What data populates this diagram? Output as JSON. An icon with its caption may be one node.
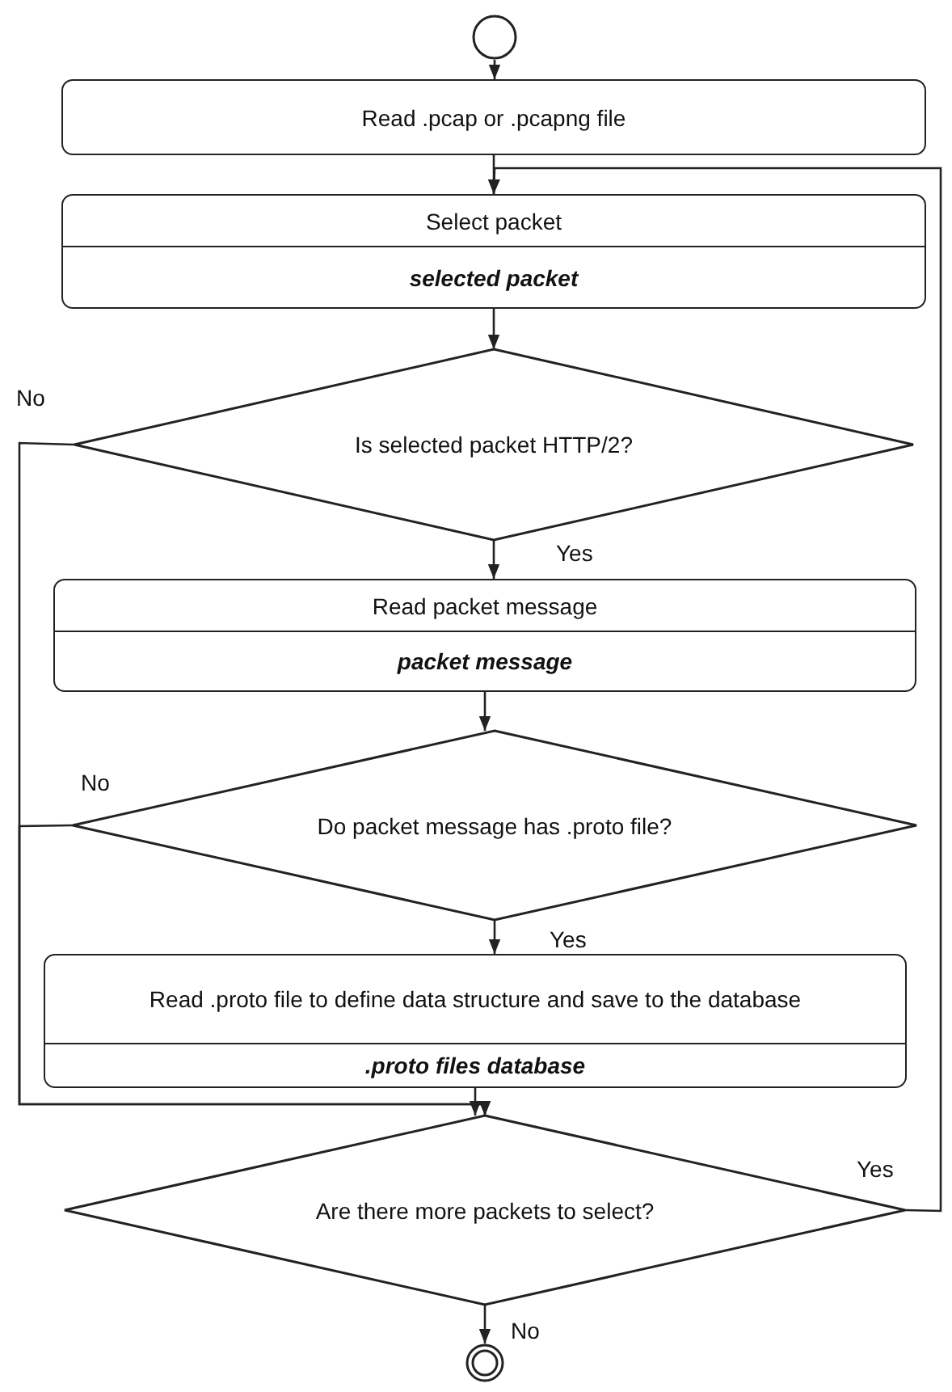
{
  "diagram": {
    "nodes": [
      {
        "text": [],
        "shape": "circle"
      },
      {
        "text": [
          "Read .pcap or .pcapng file"
        ]
      },
      {
        "text": [
          "Select packet",
          "selected packet"
        ]
      },
      {
        "text": [
          "Is selected packet HTTP/2?"
        ]
      },
      {
        "text": [
          "Read packet message",
          "packet message"
        ]
      },
      {
        "text": [
          "Do packet message has .proto file?"
        ]
      },
      {
        "text": [
          "Read .proto file to define data structure and save to the database",
          ".proto files database"
        ]
      },
      {
        "text": [
          "Are there more packets to select?"
        ]
      },
      {
        "text": [],
        "shape": "circle"
      }
    ],
    "edges": [
      {
        "from": 0,
        "to": 1,
        "arrow": "to"
      },
      {
        "from": 1,
        "to": 2,
        "arrow": "to"
      },
      {
        "from": 2,
        "to": 3,
        "arrow": "to"
      },
      {
        "from": 3,
        "to": 4,
        "arrow": "to",
        "label": "Yes"
      },
      {
        "from": 3,
        "to": 7,
        "arrow": "to",
        "label": "No"
      },
      {
        "from": 4,
        "to": 5,
        "arrow": "to"
      },
      {
        "from": 5,
        "to": 7,
        "arrow": "to",
        "label": "No"
      },
      {
        "from": 5,
        "to": 6,
        "arrow": "to",
        "label": "Yes"
      },
      {
        "from": 6,
        "to": 7,
        "arrow": "to"
      },
      {
        "from": 7,
        "to": 2,
        "arrow": "to",
        "label": "Yes"
      },
      {
        "from": 7,
        "to": 8,
        "arrow": "to",
        "label": "No"
      }
    ]
  }
}
